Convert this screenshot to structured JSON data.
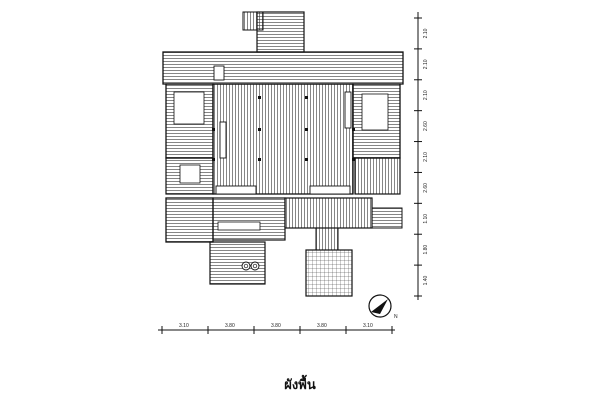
{
  "caption": "ผังพื้น",
  "horizontal_dimensions": [
    "3.10",
    "3.80",
    "3.80",
    "3.80",
    "3.10"
  ],
  "vertical_dimensions": [
    "2.10",
    "2.10",
    "2.10",
    "2.60",
    "2.10",
    "2.60",
    "1.10",
    "1.80",
    "1.40"
  ],
  "north_marker": "N"
}
